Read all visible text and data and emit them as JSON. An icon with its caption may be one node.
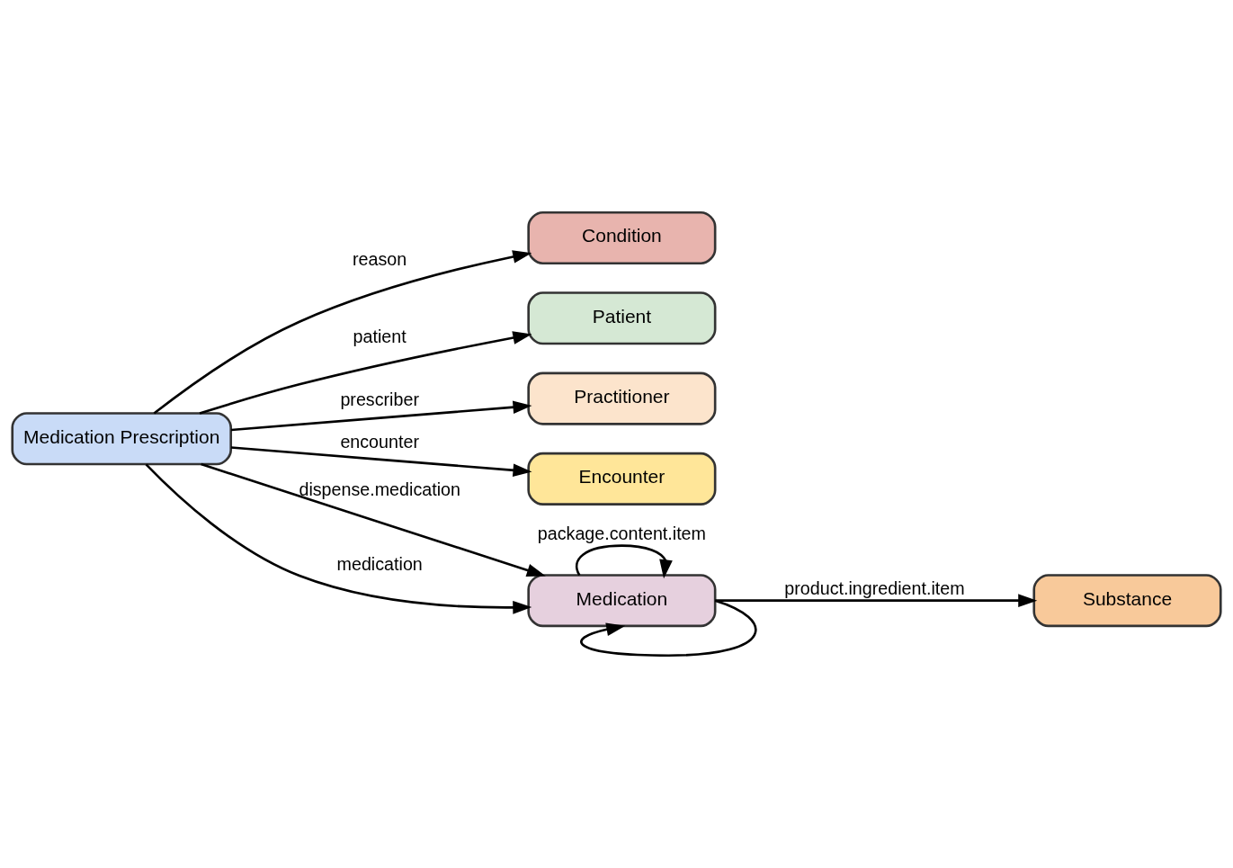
{
  "diagram": {
    "nodes": [
      {
        "text": [
          "Condition"
        ]
      },
      {
        "text": [
          "Patient"
        ]
      },
      {
        "text": [
          "Practitioner"
        ]
      },
      {
        "text": [
          "Encounter"
        ]
      },
      {
        "text": [
          "Medication Prescription"
        ]
      },
      {
        "text": [
          "Medication"
        ]
      },
      {
        "text": [
          "Substance"
        ]
      }
    ],
    "edges": [
      {
        "from": 4,
        "to": 0,
        "arrow": "to",
        "label": "reason"
      },
      {
        "from": 4,
        "to": 1,
        "arrow": "to",
        "label": "patient"
      },
      {
        "from": 4,
        "to": 2,
        "arrow": "to",
        "label": "prescriber"
      },
      {
        "from": 4,
        "to": 3,
        "arrow": "to",
        "label": "encounter"
      },
      {
        "from": 4,
        "to": 5,
        "arrow": "to",
        "label": "dispense.medication"
      },
      {
        "from": 4,
        "to": 5,
        "arrow": "to",
        "label": "medication"
      },
      {
        "from": 5,
        "to": 5,
        "arrow": "to",
        "label": "package.content.item"
      },
      {
        "from": 5,
        "to": 6,
        "arrow": "to",
        "label": "product.ingredient.item"
      },
      {
        "from": 5,
        "to": 5,
        "arrow": "to"
      }
    ]
  }
}
